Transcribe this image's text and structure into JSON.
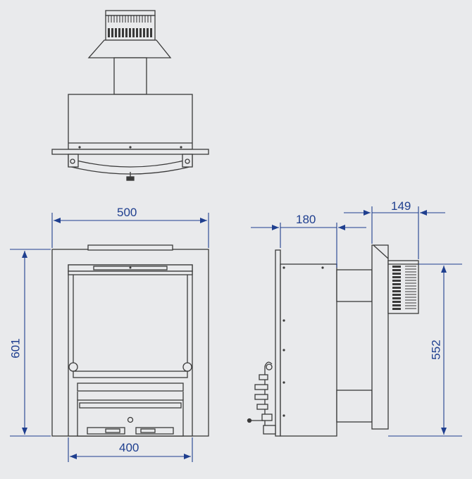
{
  "dimensions": {
    "width_outer": "500",
    "width_inner": "400",
    "height_front": "601",
    "depth_body": "180",
    "flue_diameter": "149",
    "height_side": "552"
  },
  "colors": {
    "background": "#e9eaec",
    "line": "#3a3a3a",
    "dimension": "#1f3f8f",
    "fill": "#e9eaec"
  }
}
